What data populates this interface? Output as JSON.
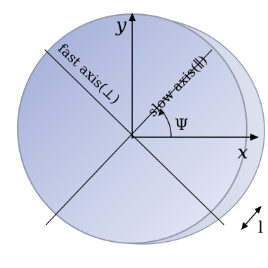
{
  "diagram": {
    "x_axis_label": "x",
    "y_axis_label": "y",
    "fast_axis_label": "fast axis(⊥)",
    "slow_axis_label": "slow axis(∥)",
    "angle_label": "Ψ",
    "thickness_label": "l"
  },
  "colors": {
    "plate_light": "#e8ecf6",
    "plate_dark": "#9eaad8",
    "plate_edge": "#c8cfe3",
    "plate_rim": "#8f96a8",
    "line": "#000000"
  }
}
